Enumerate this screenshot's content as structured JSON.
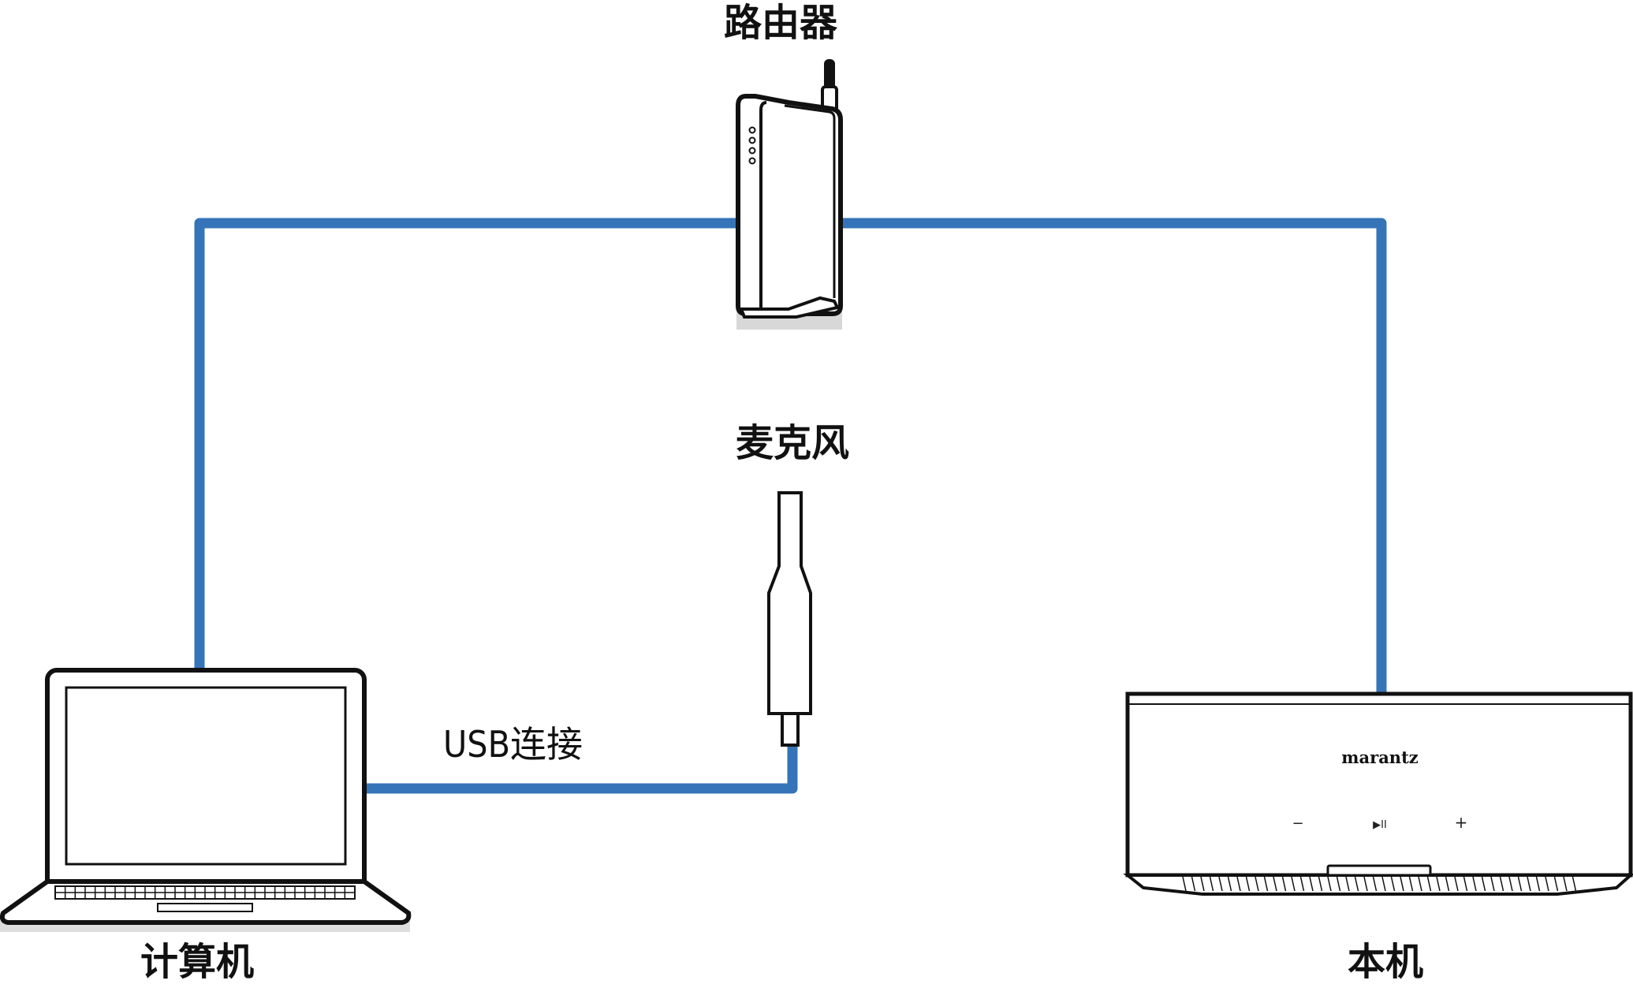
{
  "labels": {
    "router": "路由器",
    "microphone": "麦克风",
    "usb_connection": "USB连接",
    "computer": "计算机",
    "unit": "本机"
  },
  "device": {
    "brand": "marantz",
    "controls": {
      "minus": "−",
      "play_pause": "▶II",
      "plus": "+"
    }
  },
  "colors": {
    "cable": "#3574b8",
    "outline": "#111111"
  }
}
